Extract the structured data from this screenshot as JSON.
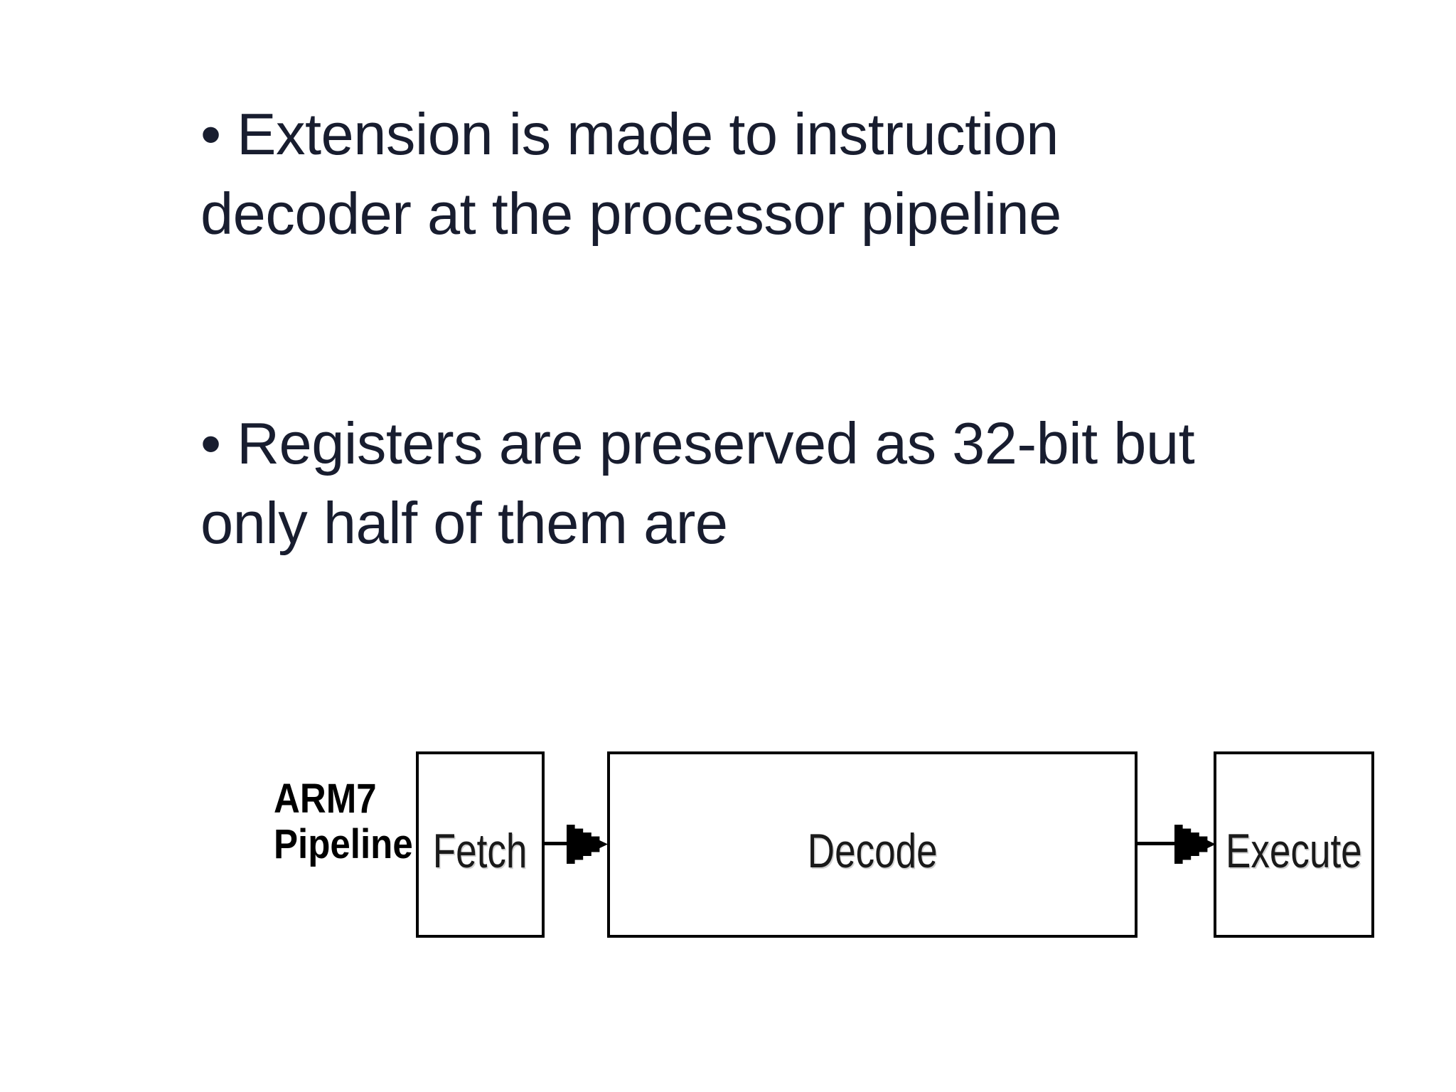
{
  "slide": {
    "background_color": "#ffffff",
    "text_color": "#181d2f",
    "bullets": [
      {
        "lines": [
          "• Extension is made to instruction",
          "decoder at the processor pipeline"
        ]
      },
      {
        "lines": [
          "• Registers are preserved as 32-bit but",
          "only half of them are"
        ]
      }
    ]
  },
  "diagram": {
    "label_lines": [
      "ARM7",
      "Pipeline"
    ],
    "stages": [
      {
        "name": "Fetch"
      },
      {
        "name": "Decode"
      },
      {
        "name": "Execute"
      }
    ],
    "box_border_color": "#000000",
    "arrow_color": "#000000"
  }
}
